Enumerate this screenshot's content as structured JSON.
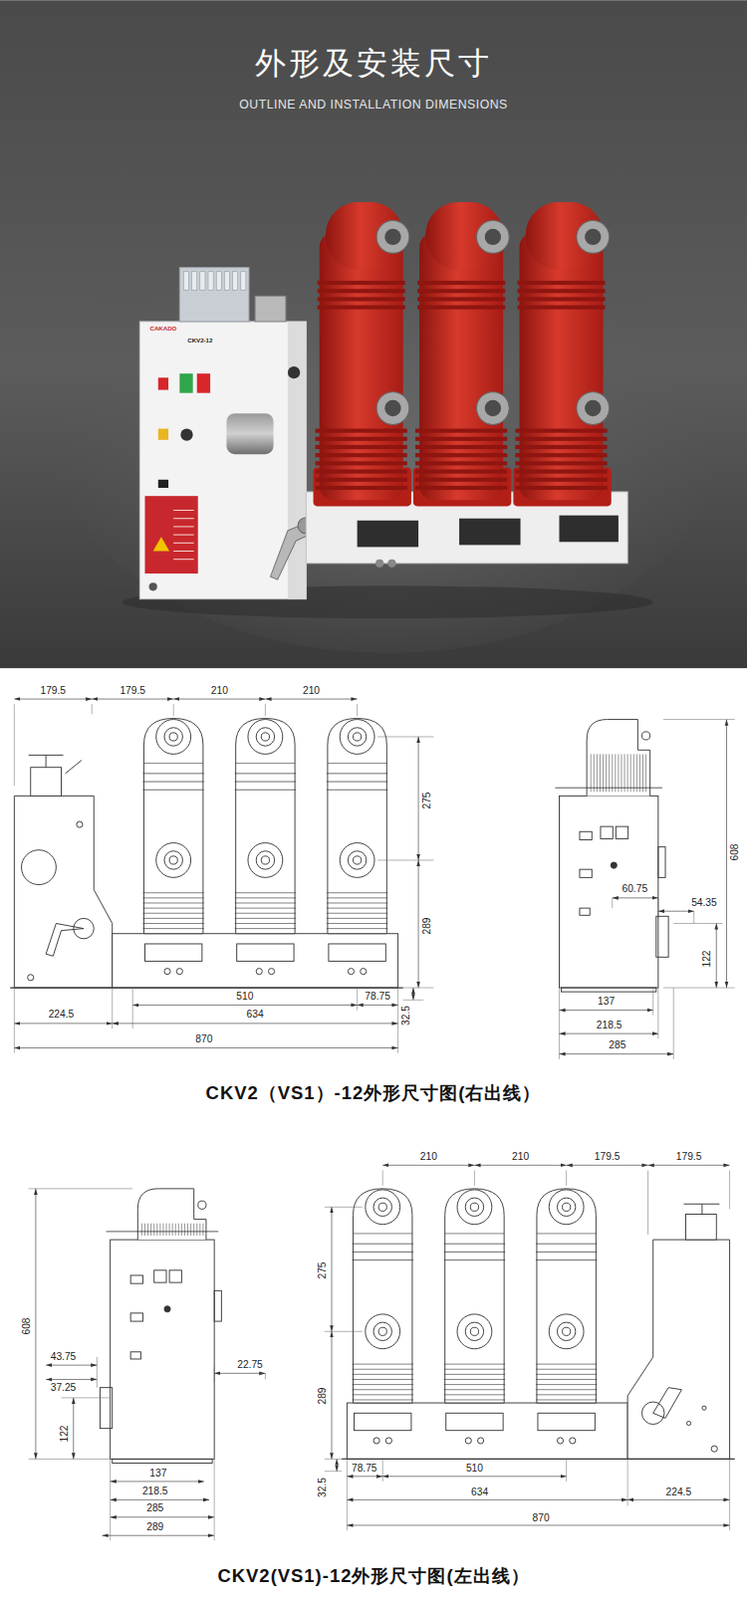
{
  "diagram": {
    "title": "外形及安装尺寸",
    "labels": [
      "OUTLINE AND INSTALLATION DIMENSIONS",
      "CAKADO",
      "CKV2-12",
      "179.5",
      "179.5",
      "210",
      "210",
      "275",
      "289",
      "510",
      "78.75",
      "32.5",
      "224.5",
      "634",
      "870",
      "608",
      "60.75",
      "54.35",
      "122",
      "137",
      "218.5",
      "285",
      "CKV2（VS1）-12外形尺寸图(右出线）",
      "608",
      "43.75",
      "37.25",
      "22.75",
      "122",
      "137",
      "218.5",
      "285",
      "289",
      "210",
      "210",
      "179.5",
      "179.5",
      "275",
      "289",
      "32.5",
      "78.75",
      "510",
      "634",
      "224.5",
      "870",
      "CKV2(VS1)-12外形尺寸图(左出线）"
    ]
  }
}
